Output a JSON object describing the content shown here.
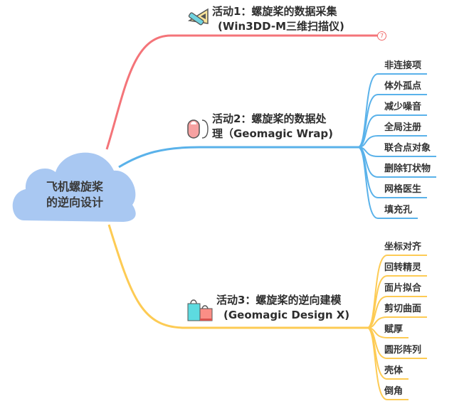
{
  "root": {
    "line1": "飞机螺旋桨",
    "line2": "的逆向设计",
    "color": "#a9c8f2"
  },
  "branches": [
    {
      "line1": "活动1：螺旋桨的数据采集",
      "line2": "(Win3DD-M三维扫描仪)",
      "color": "#f47479",
      "icon": "ruler-pencil-icon",
      "collapsed_count": "7",
      "children": []
    },
    {
      "line1": "活动2：螺旋桨的数据处",
      "line2": "理（Geomagic Wrap)",
      "color": "#5ab2ea",
      "icon": "mouse-icon",
      "children": [
        "非连接项",
        "体外孤点",
        "减少噪音",
        "全局注册",
        "联合点对象",
        "删除钉状物",
        "网格医生",
        "填充孔"
      ]
    },
    {
      "line1": "活动3：螺旋桨的逆向建模",
      "line2": "(Geomagic Design X)",
      "color": "#fdcb54",
      "icon": "shopping-bags-icon",
      "children": [
        "坐标对齐",
        "回转精灵",
        "面片拟合",
        "剪切曲面",
        "赋厚",
        "圆形阵列",
        "壳体",
        "倒角"
      ]
    }
  ]
}
